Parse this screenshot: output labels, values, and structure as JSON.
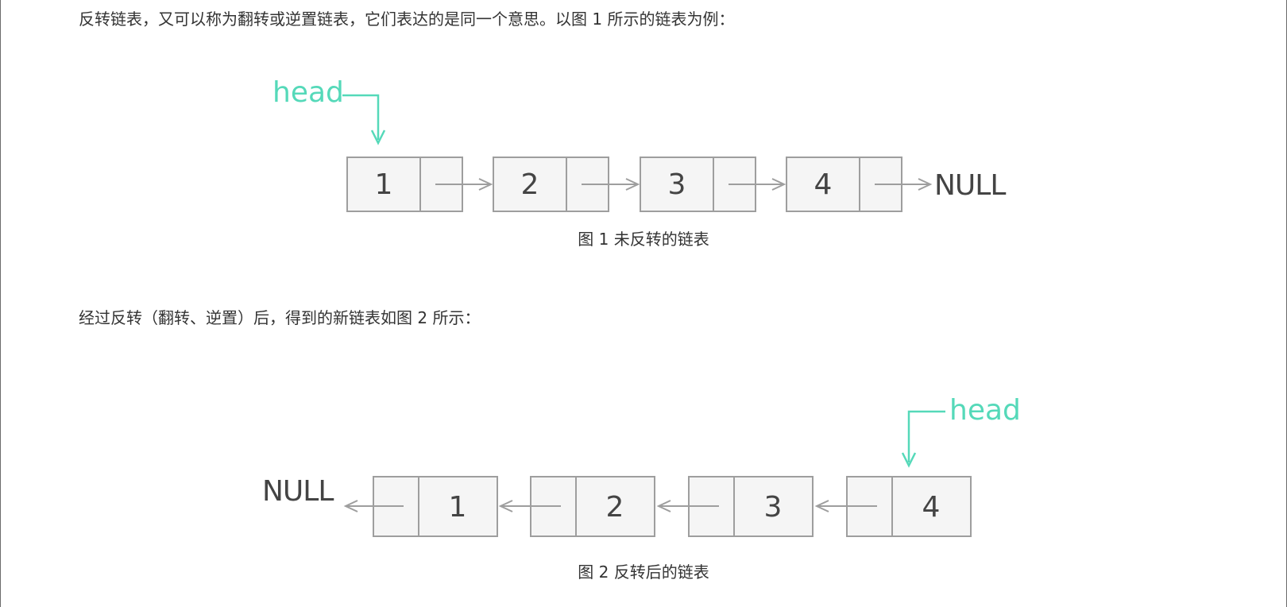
{
  "text": {
    "intro": "反转链表，又可以称为翻转或逆置链表，它们表达的是同一个意思。以图 1 所示的链表为例：",
    "after": "经过反转（翻转、逆置）后，得到的新链表如图 2 所示："
  },
  "figure1": {
    "caption": "图 1 未反转的链表",
    "head_label": "head",
    "null_label": "NULL",
    "nodes": [
      "1",
      "2",
      "3",
      "4"
    ]
  },
  "figure2": {
    "caption": "图 2 反转后的链表",
    "head_label": "head",
    "null_label": "NULL",
    "nodes": [
      "1",
      "2",
      "3",
      "4"
    ]
  },
  "colors": {
    "head": "#55d9b9",
    "box_fill": "#f5f5f5",
    "box_stroke": "#9e9e9e",
    "text": "#333333"
  }
}
